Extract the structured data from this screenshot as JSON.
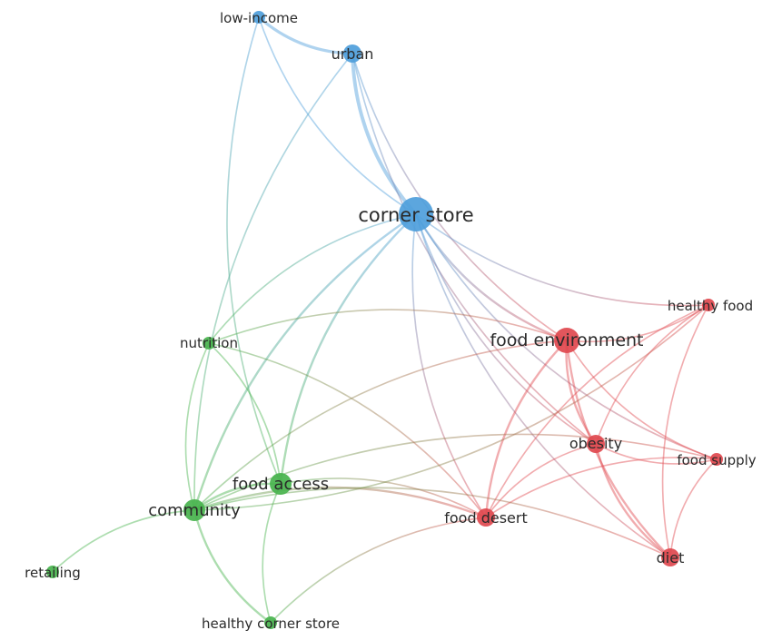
{
  "colors": {
    "blue": "#4e9edb",
    "green": "#48b34d",
    "red": "#e0484e"
  },
  "nodes": [
    {
      "id": "low-income",
      "label": "low-income",
      "cluster": "blue",
      "weight": 1
    },
    {
      "id": "urban",
      "label": "urban",
      "cluster": "blue",
      "weight": 2
    },
    {
      "id": "corner-store",
      "label": "corner store",
      "cluster": "blue",
      "weight": 5
    },
    {
      "id": "nutrition",
      "label": "nutrition",
      "cluster": "green",
      "weight": 1
    },
    {
      "id": "food-access",
      "label": "food access",
      "cluster": "green",
      "weight": 3
    },
    {
      "id": "community",
      "label": "community",
      "cluster": "green",
      "weight": 3
    },
    {
      "id": "retailing",
      "label": "retailing",
      "cluster": "green",
      "weight": 1
    },
    {
      "id": "healthy-corner-store",
      "label": "healthy corner store",
      "cluster": "green",
      "weight": 1
    },
    {
      "id": "food-environment",
      "label": "food environment",
      "cluster": "red",
      "weight": 4
    },
    {
      "id": "healthy-food",
      "label": "healthy food",
      "cluster": "red",
      "weight": 1
    },
    {
      "id": "obesity",
      "label": "obesity",
      "cluster": "red",
      "weight": 2
    },
    {
      "id": "food-supply",
      "label": "food supply",
      "cluster": "red",
      "weight": 1
    },
    {
      "id": "food-desert",
      "label": "food desert",
      "cluster": "red",
      "weight": 2
    },
    {
      "id": "diet",
      "label": "diet",
      "cluster": "red",
      "weight": 2
    }
  ],
  "edges": [
    [
      "low-income",
      "urban",
      3
    ],
    [
      "low-income",
      "corner-store",
      1
    ],
    [
      "low-income",
      "food-access",
      1
    ],
    [
      "urban",
      "corner-store",
      4
    ],
    [
      "urban",
      "food-environment",
      1
    ],
    [
      "urban",
      "obesity",
      1
    ],
    [
      "urban",
      "community",
      1
    ],
    [
      "corner-store",
      "food-environment",
      2
    ],
    [
      "corner-store",
      "nutrition",
      1
    ],
    [
      "corner-store",
      "food-access",
      2
    ],
    [
      "corner-store",
      "community",
      2
    ],
    [
      "corner-store",
      "obesity",
      1
    ],
    [
      "corner-store",
      "food-desert",
      1
    ],
    [
      "corner-store",
      "food-supply",
      1
    ],
    [
      "corner-store",
      "healthy-food",
      1
    ],
    [
      "corner-store",
      "diet",
      1
    ],
    [
      "food-environment",
      "healthy-food",
      1
    ],
    [
      "food-environment",
      "obesity",
      2
    ],
    [
      "food-environment",
      "food-supply",
      1
    ],
    [
      "food-environment",
      "food-desert",
      2
    ],
    [
      "food-environment",
      "diet",
      2
    ],
    [
      "food-environment",
      "community",
      1
    ],
    [
      "food-environment",
      "nutrition",
      1
    ],
    [
      "healthy-food",
      "obesity",
      1
    ],
    [
      "healthy-food",
      "food-desert",
      1
    ],
    [
      "healthy-food",
      "diet",
      1
    ],
    [
      "obesity",
      "food-supply",
      1
    ],
    [
      "obesity",
      "diet",
      2
    ],
    [
      "obesity",
      "food-desert",
      1
    ],
    [
      "food-supply",
      "diet",
      1
    ],
    [
      "food-supply",
      "food-desert",
      1
    ],
    [
      "food-supply",
      "community",
      1
    ],
    [
      "food-desert",
      "community",
      2
    ],
    [
      "food-desert",
      "food-access",
      1
    ],
    [
      "food-desert",
      "healthy-corner-store",
      1
    ],
    [
      "food-desert",
      "nutrition",
      1
    ],
    [
      "diet",
      "community",
      1
    ],
    [
      "food-access",
      "community",
      2
    ],
    [
      "food-access",
      "nutrition",
      1
    ],
    [
      "food-access",
      "healthy-corner-store",
      1
    ],
    [
      "nutrition",
      "community",
      1
    ],
    [
      "community",
      "retailing",
      1
    ],
    [
      "community",
      "healthy-corner-store",
      2
    ],
    [
      "community",
      "healthy-food",
      1
    ]
  ]
}
